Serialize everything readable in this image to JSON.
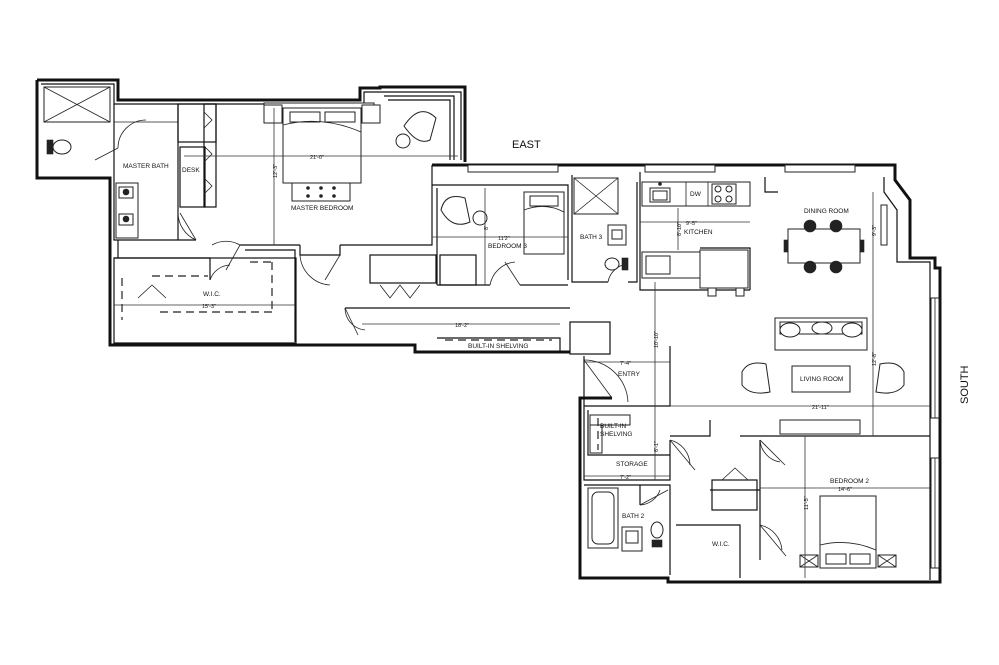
{
  "compass": {
    "east": "EAST",
    "south": "SOUTH"
  },
  "rooms": {
    "master_bath": "MASTER BATH",
    "desk": "DESK",
    "master_bedroom": "MASTER BEDROOM",
    "wic_master": "W.I.C.",
    "bedroom3": "BEDROOM 3",
    "bath3": "BATH 3",
    "kitchen": "KITCHEN",
    "dw": "DW",
    "dining_room": "DINING ROOM",
    "living_room": "LIVING ROOM",
    "built_in_shelving_hall": "BUILT-IN SHELVING",
    "entry": "ENTRY",
    "built_in_shelving_storage_1": "BUILT-IN",
    "built_in_shelving_storage_2": "SHELVING",
    "storage": "STORAGE",
    "bath2": "BATH 2",
    "wic_bedroom2": "W.I.C.",
    "bedroom2": "BEDROOM 2"
  },
  "dimensions": {
    "master_bedroom_width": "21'-0\"",
    "master_bedroom_depth": "12'-3\"",
    "wic_width": "15'-3\"",
    "bedroom3_width": "11'2\"",
    "bedroom3_depth": "8'",
    "kitchen_width": "9'-5\"",
    "kitchen_depth": "8'-10\"",
    "dining_depth": "9'-3\"",
    "hall_length": "18'-2\"",
    "entry_width": "7'-4\"",
    "entry_depth": "10'-10\"",
    "living_depth": "12'-8\"",
    "living_width": "21'-11\"",
    "storage_depth": "6'-1\"",
    "storage_width": "7'-2\"",
    "bedroom2_width": "14'-6\"",
    "bedroom2_depth": "11'-5\""
  }
}
